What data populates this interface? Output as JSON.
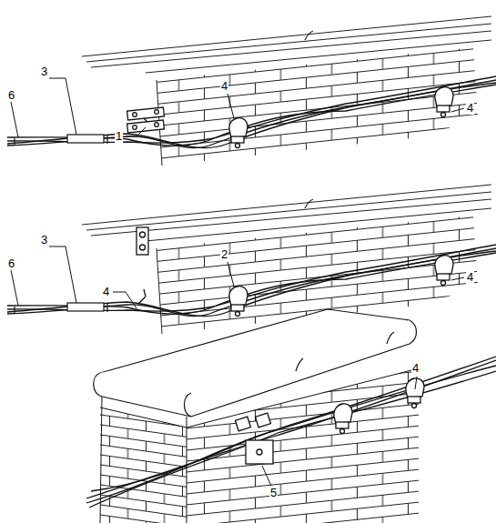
{
  "diagram": {
    "labels": [
      "6",
      "3",
      "1",
      "4",
      "4",
      "6",
      "3",
      "4",
      "2",
      "4",
      "4",
      "5"
    ]
  }
}
